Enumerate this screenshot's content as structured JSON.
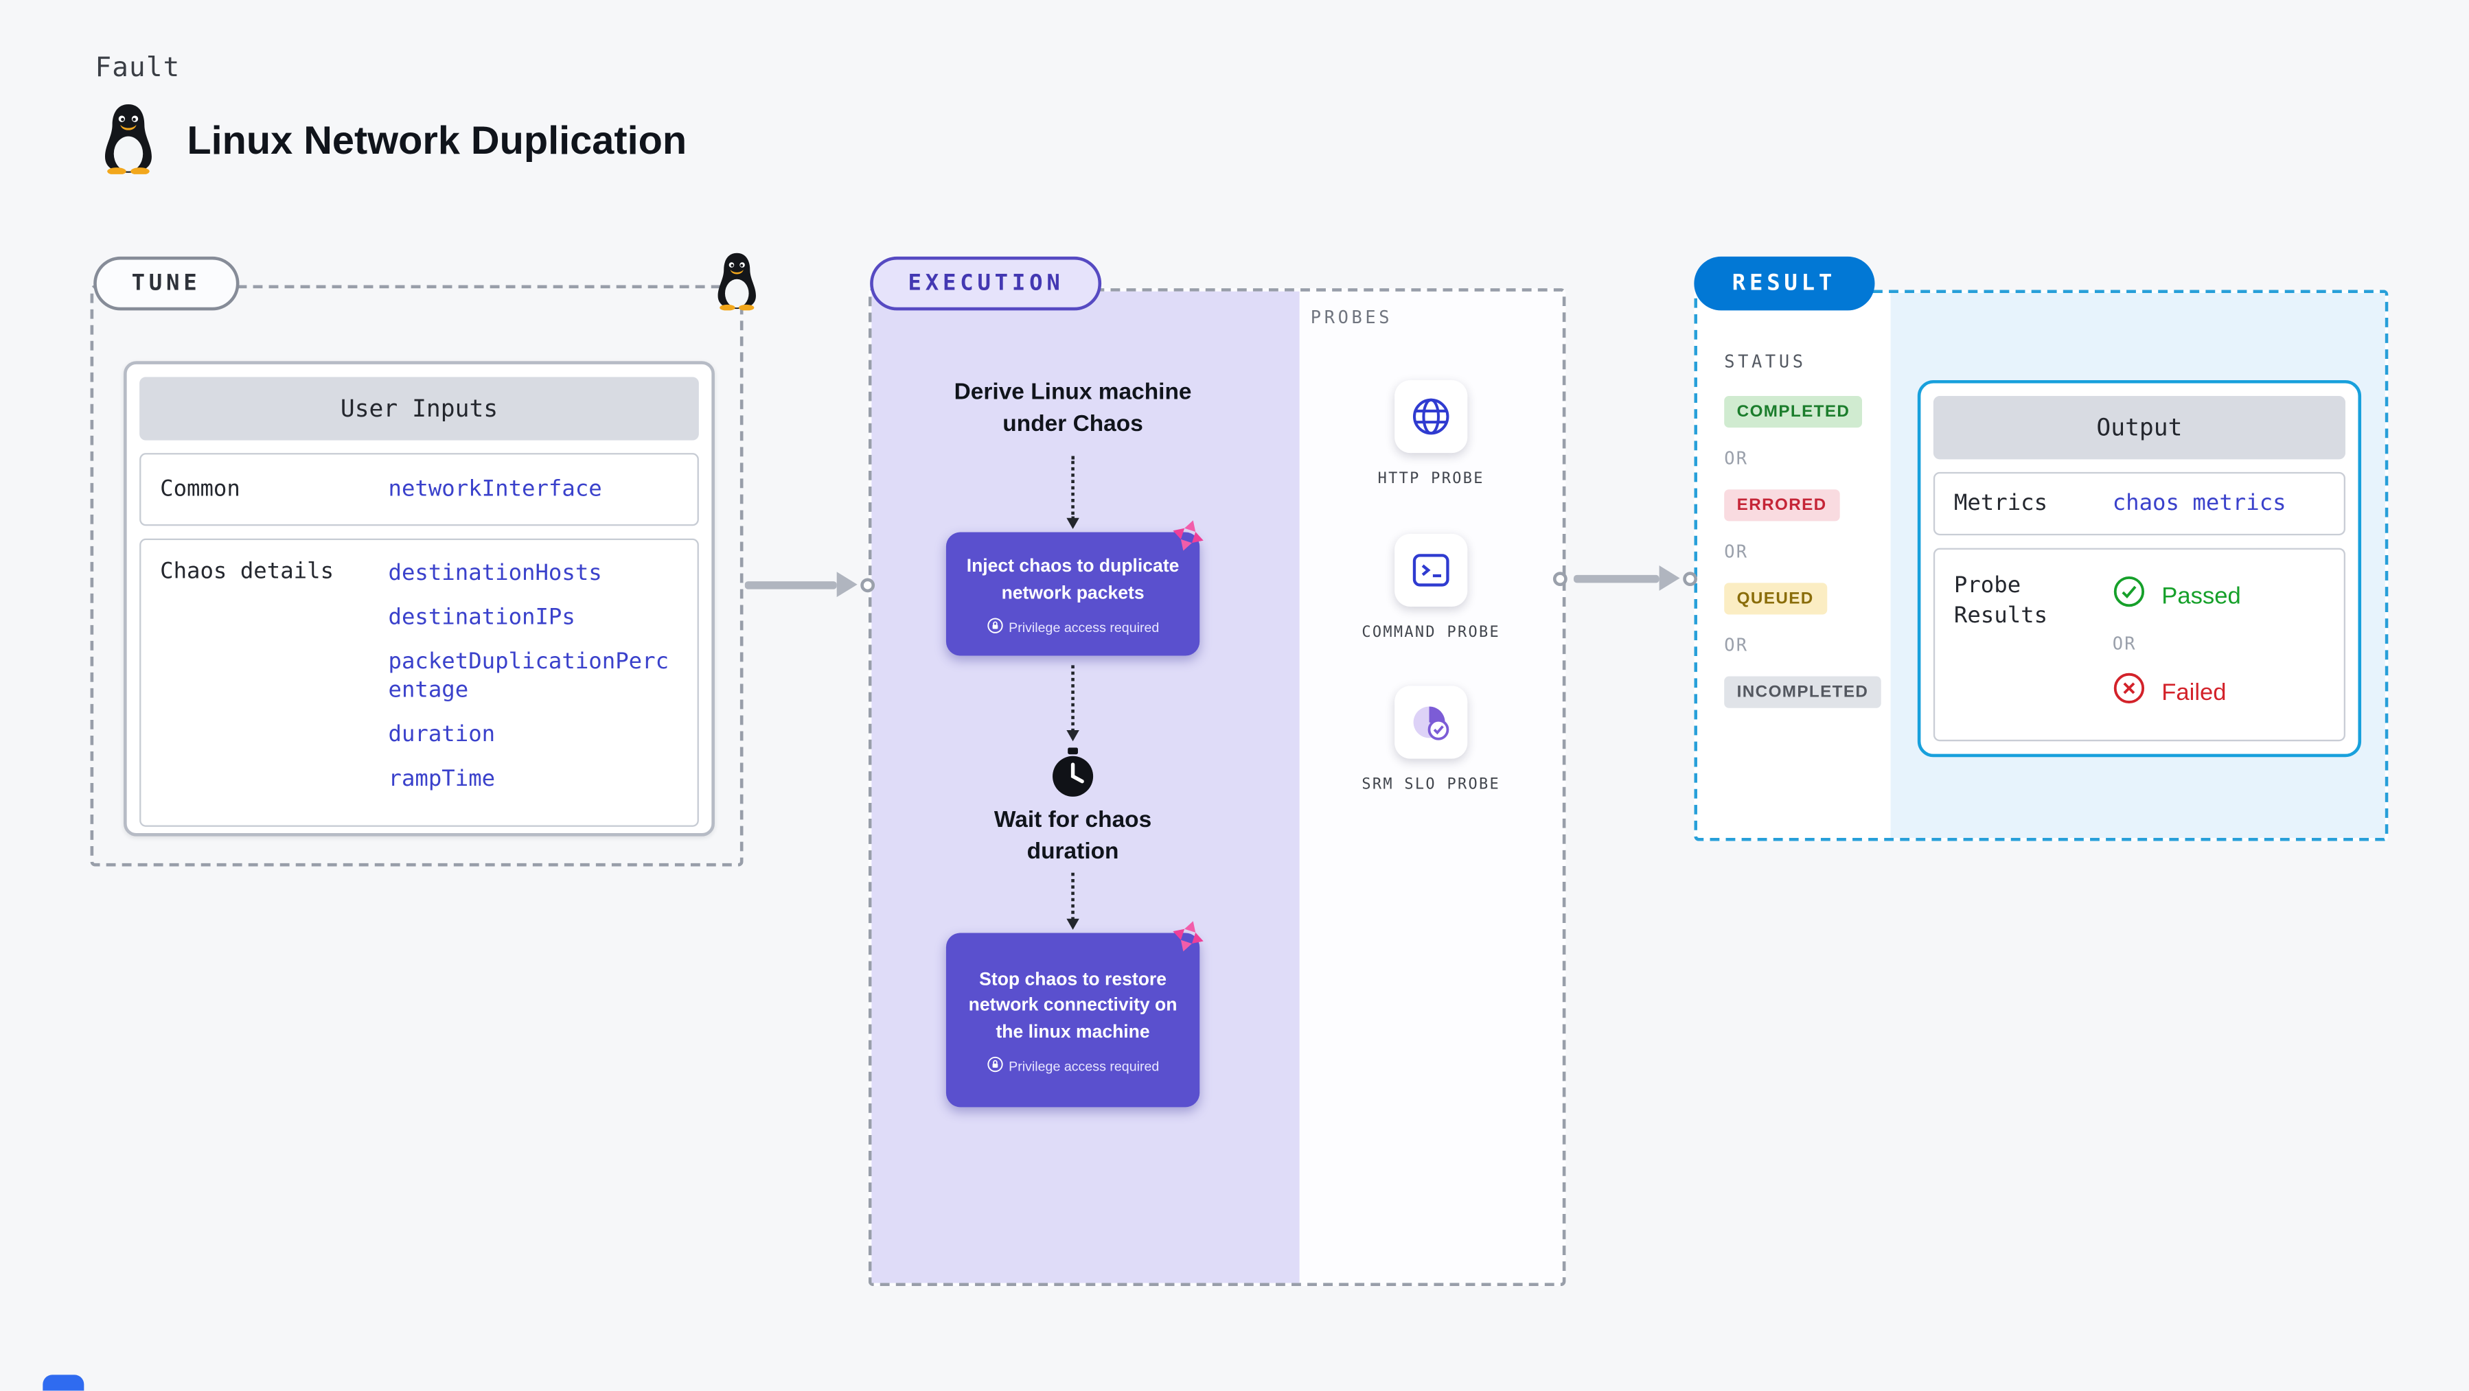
{
  "page": {
    "kicker": "Fault",
    "title": "Linux Network Duplication"
  },
  "tune": {
    "label": "TUNE",
    "card_title": "User Inputs",
    "rows": [
      {
        "label": "Common",
        "values": [
          "networkInterface"
        ]
      },
      {
        "label": "Chaos details",
        "values": [
          "destinationHosts",
          "destinationIPs",
          "packetDuplicationPercentage",
          "duration",
          "rampTime"
        ]
      }
    ]
  },
  "execution": {
    "label": "EXECUTION",
    "derive_text": "Derive Linux machine under Chaos",
    "inject_text": "Inject chaos to duplicate network packets",
    "wait_text": "Wait for chaos duration",
    "stop_text": "Stop chaos to restore network connectivity on the linux machine",
    "privilege_note": "Privilege access required",
    "probes": {
      "label": "PROBES",
      "items": [
        {
          "name": "HTTP PROBE",
          "icon": "globe-icon"
        },
        {
          "name": "COMMAND PROBE",
          "icon": "terminal-icon"
        },
        {
          "name": "SRM SLO PROBE",
          "icon": "pie-chart-icon"
        }
      ]
    }
  },
  "result": {
    "label": "RESULT",
    "status": {
      "label": "STATUS",
      "or": "OR",
      "items": [
        {
          "text": "COMPLETED",
          "variant": "success"
        },
        {
          "text": "ERRORED",
          "variant": "error"
        },
        {
          "text": "QUEUED",
          "variant": "warning"
        },
        {
          "text": "INCOMPLETED",
          "variant": "neutral"
        }
      ]
    },
    "output": {
      "title": "Output",
      "metrics_label": "Metrics",
      "metrics_value": "chaos metrics",
      "probe_label": "Probe Results",
      "passed": "Passed",
      "or": "OR",
      "failed": "Failed"
    }
  },
  "icons": {
    "tux": "linux-penguin",
    "chaos": "pink-pinwheel-spark",
    "clock": "black-clock-stopwatch",
    "lock": "white-circled-lock",
    "globe": "blue-globe",
    "terminal": "blue-terminal-window",
    "pie": "purple-pie-chart",
    "check": "green-check-circle",
    "cross": "red-x-circle",
    "arrow": "gray-right-arrow"
  },
  "colors": {
    "page_bg": "#f6f7f9",
    "accent_purple": "#5a50ce",
    "exec_bg": "#dfdcf8",
    "result_accent": "#0278d5",
    "result_border": "#18a0dc",
    "result_bg": "#e7f3fc",
    "link_blue": "#3a41cb",
    "success": "#1b7d2c",
    "error": "#c52537",
    "warning": "#8a6d0a",
    "neutral": "#53575f",
    "chaos_pink": "#ef3f98"
  }
}
